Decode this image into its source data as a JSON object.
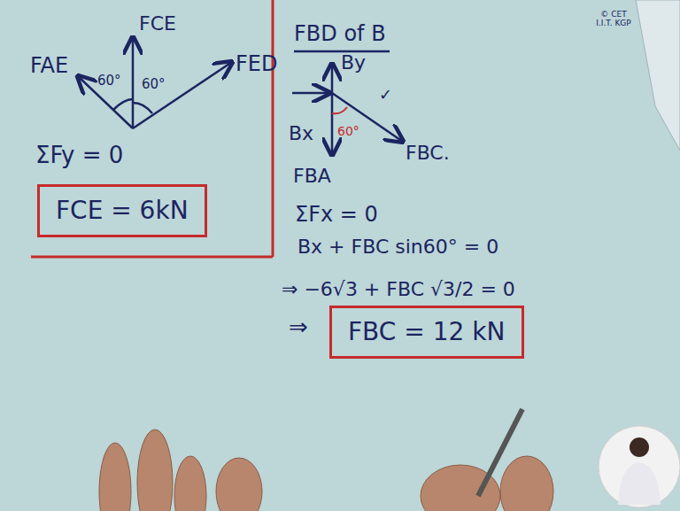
{
  "diagram": {
    "nodes": [
      {
        "text": [
          "FCE = 6kN"
        ]
      },
      {
        "text": [
          "FBC = 12 kN"
        ]
      }
    ],
    "labels": [
      "FAE",
      "FCE",
      "FED",
      "60°",
      "60°",
      "ΣFy = 0",
      "FBD of B",
      "By",
      "Bx",
      "60°",
      "✓",
      "FBA",
      "FBC.",
      "ΣFx = 0",
      "Bx + FBC sin60° = 0",
      "⇒ −6√3 + FBC √3/2 = 0",
      "⇒",
      "© CET I.I.T. KGP"
    ]
  }
}
